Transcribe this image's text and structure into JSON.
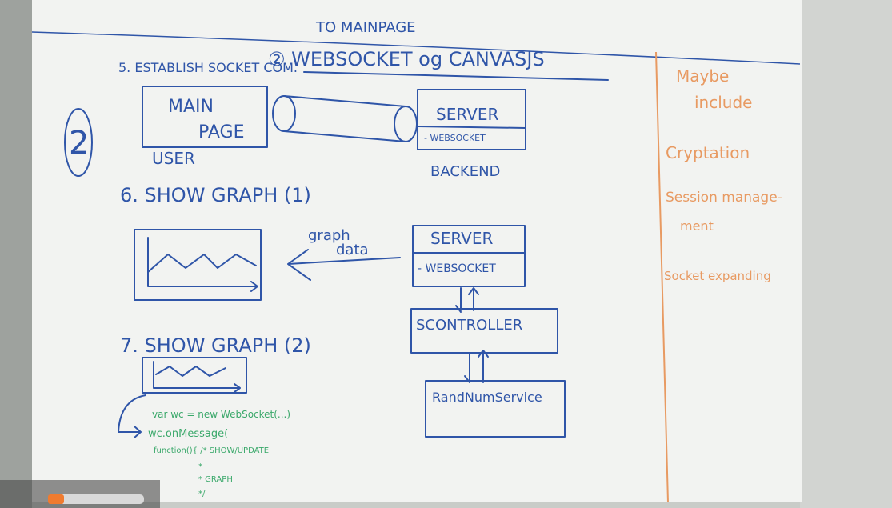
{
  "board": {
    "top_text": "TO MAINPAGE",
    "title": "② WEBSOCKET og CANVASJS",
    "section_number": "2",
    "step5": {
      "heading": "5. ESTABLISH SOCKET COM.",
      "main_page": [
        "MAIN",
        "PAGE"
      ],
      "user_label": "USER",
      "server_label": "SERVER",
      "websocket_label": "- WEBSOCKET",
      "backend_label": "BACKEND"
    },
    "step6": {
      "heading": "6. SHOW GRAPH (1)",
      "arrow_label": [
        "graph",
        "data"
      ],
      "server_label": "SERVER",
      "websocket_label": "- WEBSOCKET",
      "controller_label": "SCONTROLLER",
      "service_label": "RandNumService"
    },
    "step7": {
      "heading": "7. SHOW GRAPH (2)",
      "code_lines": [
        "var wc = new WebSocket(...)",
        "wc.onMessage(",
        "function(){ /*  SHOW/UPDATE",
        "*",
        "*                GRAPH",
        "*/"
      ]
    },
    "side_notes": {
      "header": [
        "Maybe",
        "include"
      ],
      "items": [
        "Cryptation",
        "Session manage-",
        "ment",
        "Socket expanding"
      ]
    }
  }
}
